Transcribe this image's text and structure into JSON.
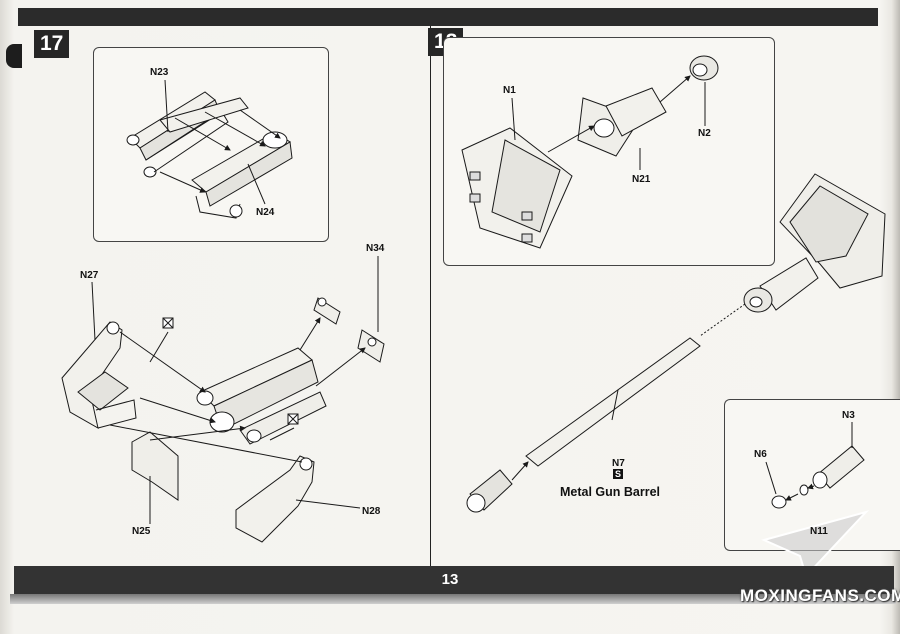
{
  "steps": {
    "left": "17",
    "right": "18"
  },
  "page_number": "13",
  "parts": {
    "n23": "N23",
    "n24": "N24",
    "n27": "N27",
    "n34": "N34",
    "n25": "N25",
    "n28": "N28",
    "n1": "N1",
    "n2": "N2",
    "n21": "N21",
    "n7": "N7",
    "n3": "N3",
    "n6": "N6",
    "n11": "N11"
  },
  "metal_badge": "S",
  "metal_gun_barrel": "Metal Gun Barrel",
  "watermark": "MOXINGFANS.COM",
  "colors": {
    "bar": "#2b2b2b",
    "line": "#1a1a1a",
    "paper": "#f6f5f1"
  }
}
